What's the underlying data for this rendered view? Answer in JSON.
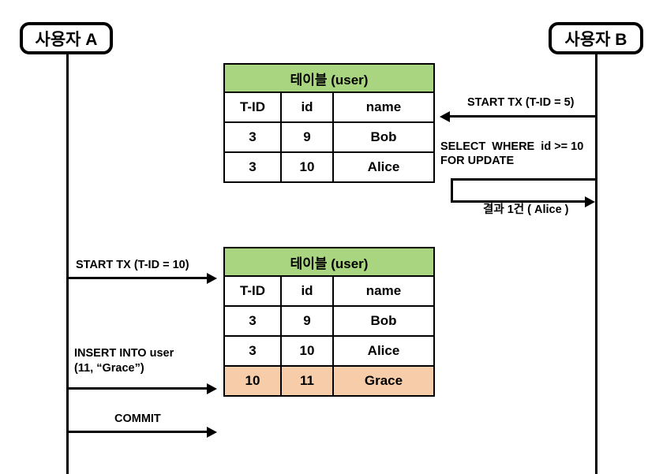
{
  "diagram": {
    "title": "Database transaction sequence diagram (phantom read / gap lock)",
    "colors": {
      "table_header_green": "#A9D480",
      "highlight_row_orange": "#F7CCA9",
      "line_black": "#000000",
      "background_white": "#FFFFFF"
    }
  },
  "actors": {
    "left": {
      "label": "사용자 A"
    },
    "right": {
      "label": "사용자 B"
    }
  },
  "tables": [
    {
      "title": "테이블 (user)",
      "columns": [
        "T-ID",
        "id",
        "name"
      ],
      "rows": [
        {
          "cells": [
            "3",
            "9",
            "Bob"
          ],
          "highlighted": false
        },
        {
          "cells": [
            "3",
            "10",
            "Alice"
          ],
          "highlighted": false
        }
      ]
    },
    {
      "title": "테이블 (user)",
      "columns": [
        "T-ID",
        "id",
        "name"
      ],
      "rows": [
        {
          "cells": [
            "3",
            "9",
            "Bob"
          ],
          "highlighted": false
        },
        {
          "cells": [
            "3",
            "10",
            "Alice"
          ],
          "highlighted": false
        },
        {
          "cells": [
            "10",
            "11",
            "Grace"
          ],
          "highlighted": true
        }
      ]
    }
  ],
  "messages": {
    "start_tx_b": "START TX (T-ID = 5)",
    "select_line1": "SELECT  WHERE  id >= 10",
    "select_line2": "FOR UPDATE",
    "result": "결과 1건 ( Alice )",
    "start_tx_a": "START TX (T-ID = 10)",
    "insert_line1": "INSERT INTO user",
    "insert_line2": "(11, “Grace”)",
    "commit": "COMMIT"
  }
}
